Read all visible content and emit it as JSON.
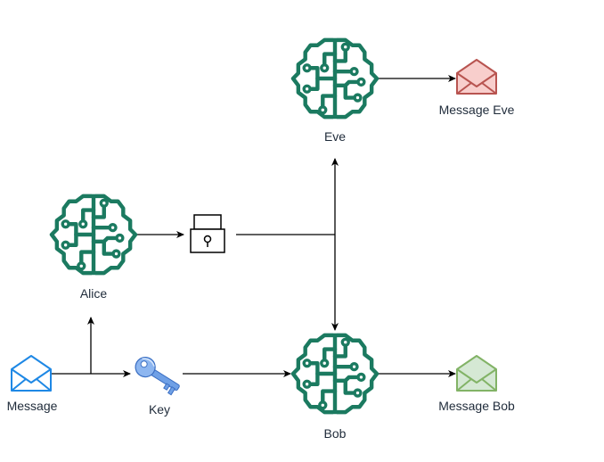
{
  "nodes": {
    "alice": {
      "label": "Alice",
      "icon": "brain-circuit-icon"
    },
    "bob": {
      "label": "Bob",
      "icon": "brain-circuit-icon"
    },
    "eve": {
      "label": "Eve",
      "icon": "brain-circuit-icon"
    },
    "message": {
      "label": "Message",
      "icon": "envelope-icon"
    },
    "key": {
      "label": "Key",
      "icon": "key-icon"
    },
    "message_bob": {
      "label": "Message Bob",
      "icon": "envelope-icon"
    },
    "message_eve": {
      "label": "Message Eve",
      "icon": "envelope-icon"
    },
    "cipher": {
      "icon": "padlock-icon"
    }
  },
  "colors": {
    "brain": "#1b7a60",
    "message_envelope": "#1e88e5",
    "message_bob_envelope": "#82b366",
    "message_eve_envelope": "#b85450",
    "edge": "#000000"
  }
}
